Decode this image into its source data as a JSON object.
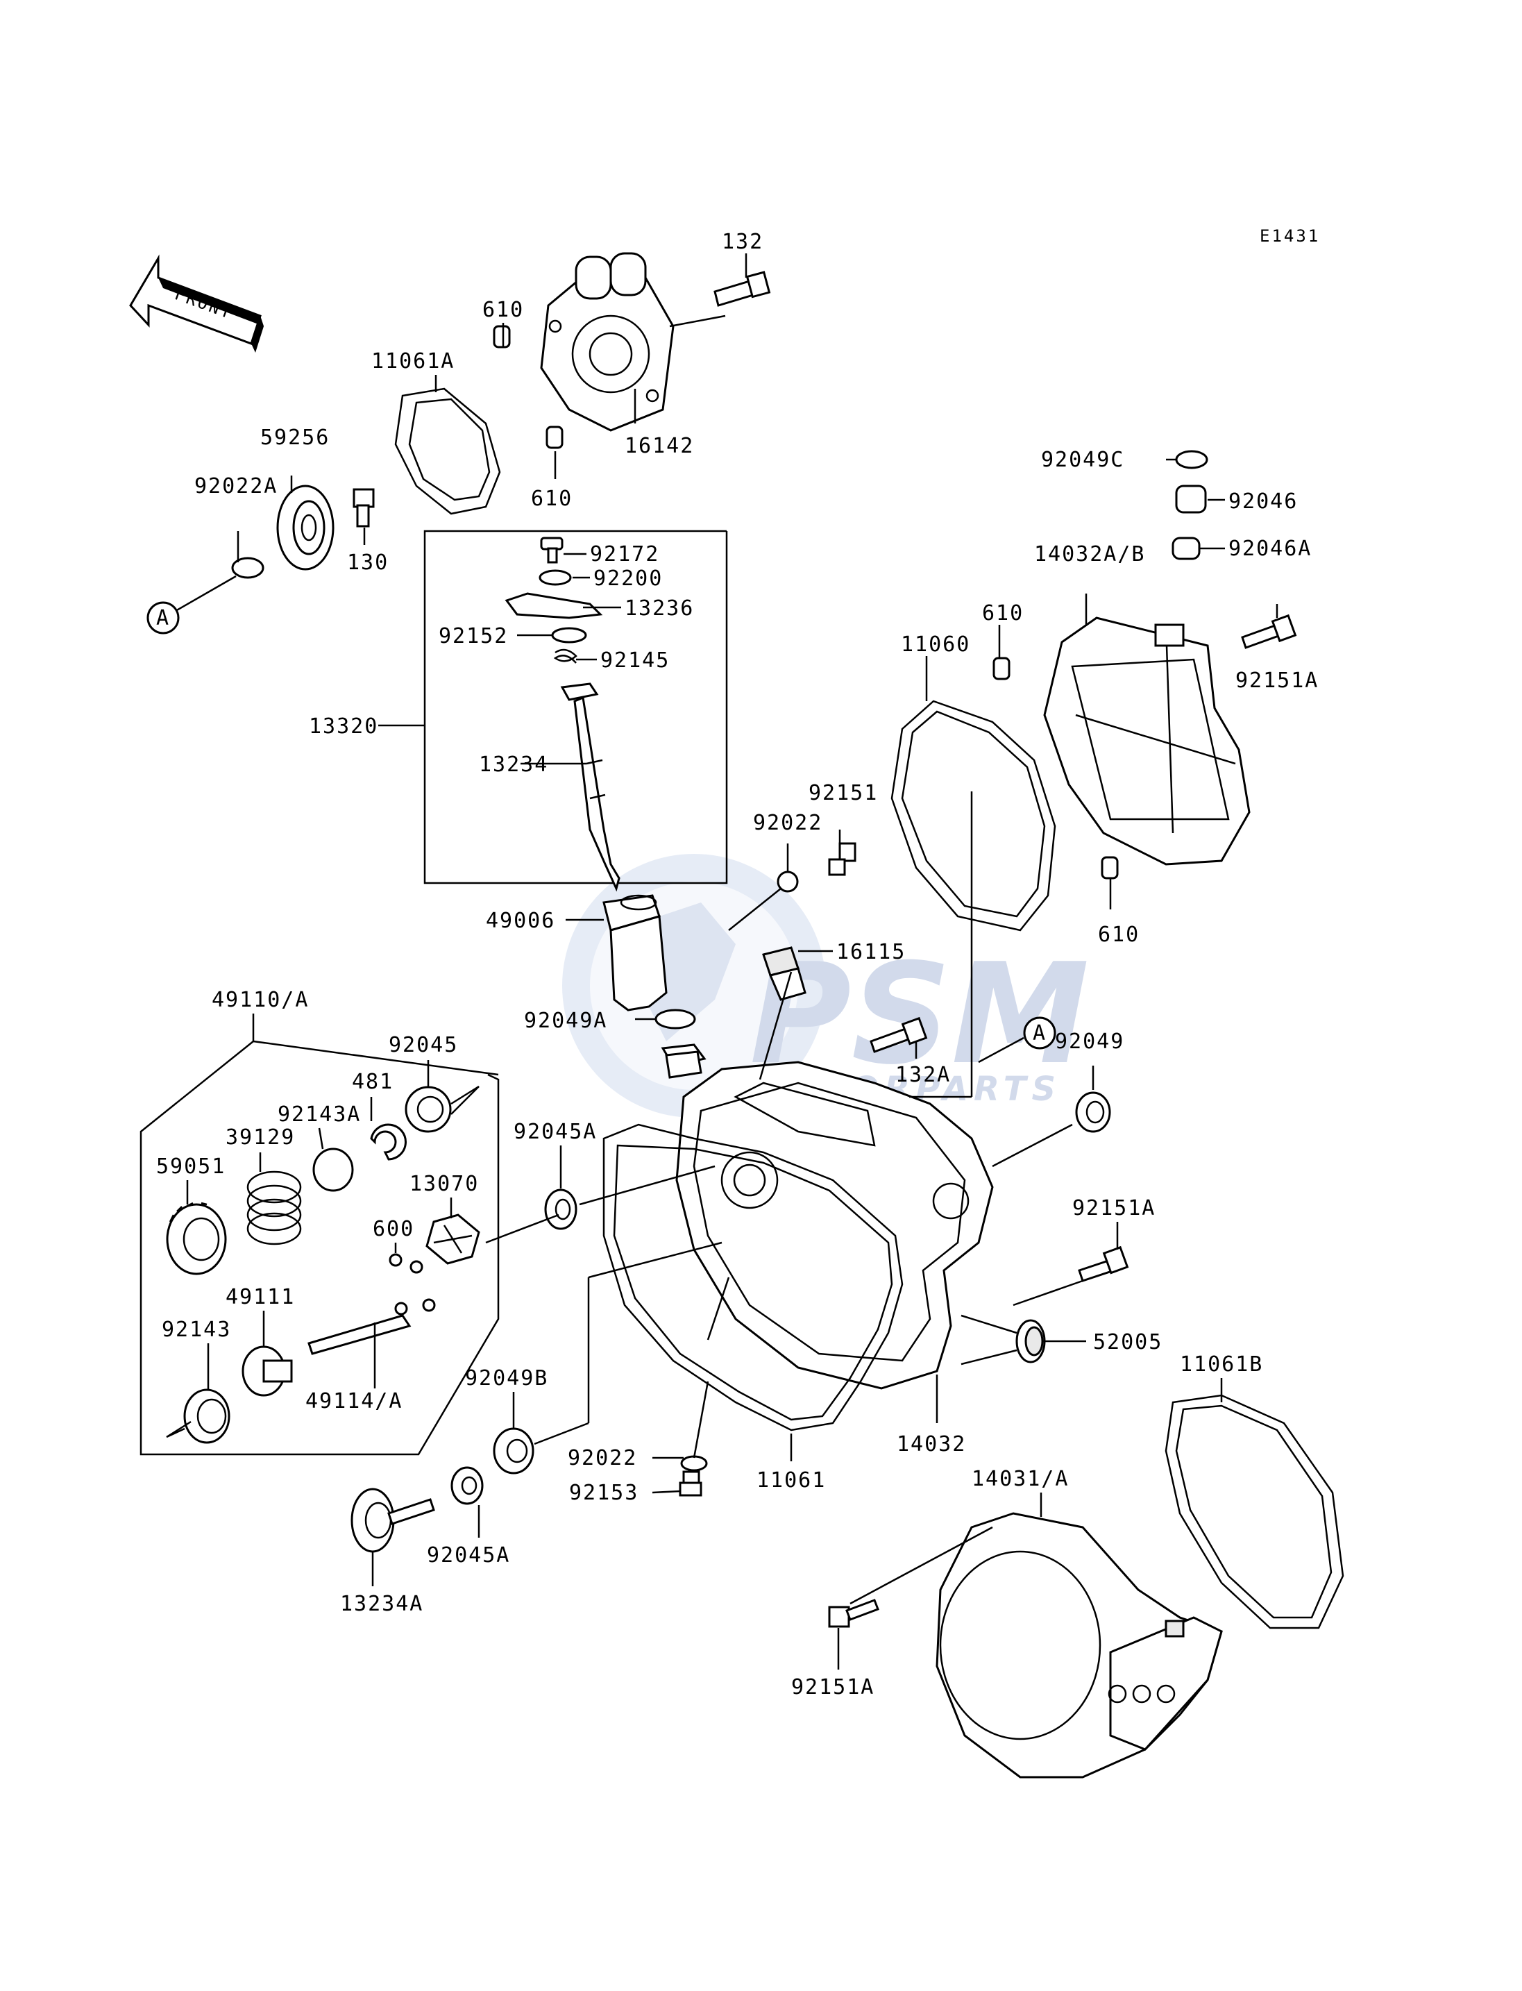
{
  "diagram_code": "E1431",
  "front_label": "FRONT",
  "watermark": {
    "brand": "PSM",
    "sub": "MOTORPARTS"
  },
  "labels": {
    "p132": "132",
    "p610a": "610",
    "p11061A": "11061A",
    "p16142": "16142",
    "p610b": "610",
    "p59256": "59256",
    "p92022A": "92022A",
    "p130": "130",
    "pA1": "A",
    "p92172": "92172",
    "p92200": "92200",
    "p13236": "13236",
    "p92152": "92152",
    "p92145": "92145",
    "p13320": "13320",
    "p13234": "13234",
    "p49006": "49006",
    "p92022a": "92022",
    "p92151": "92151",
    "p92049C": "92049C",
    "p92046": "92046",
    "p92046A": "92046A",
    "p14032AB": "14032A/B",
    "p610c": "610",
    "p11060": "11060",
    "p92151A1": "92151A",
    "p610d": "610",
    "p16115": "16115",
    "pA2": "A",
    "p92049A": "92049A",
    "p132A": "132A",
    "p92049": "92049",
    "p49110A": "49110/A",
    "p92045": "92045",
    "p481": "481",
    "p92143A": "92143A",
    "p39129": "39129",
    "p59051": "59051",
    "p92045A1": "92045A",
    "p13070": "13070",
    "p600": "600",
    "p49111": "49111",
    "p92143": "92143",
    "p49114A": "49114/A",
    "p92049B": "92049B",
    "p92151A2": "92151A",
    "p52005": "52005",
    "p11061B": "11061B",
    "p92022b": "92022",
    "p92153": "92153",
    "p11061": "11061",
    "p14032": "14032",
    "p14031A": "14031/A",
    "p92045A2": "92045A",
    "p13234A": "13234A",
    "p92151A3": "92151A"
  }
}
